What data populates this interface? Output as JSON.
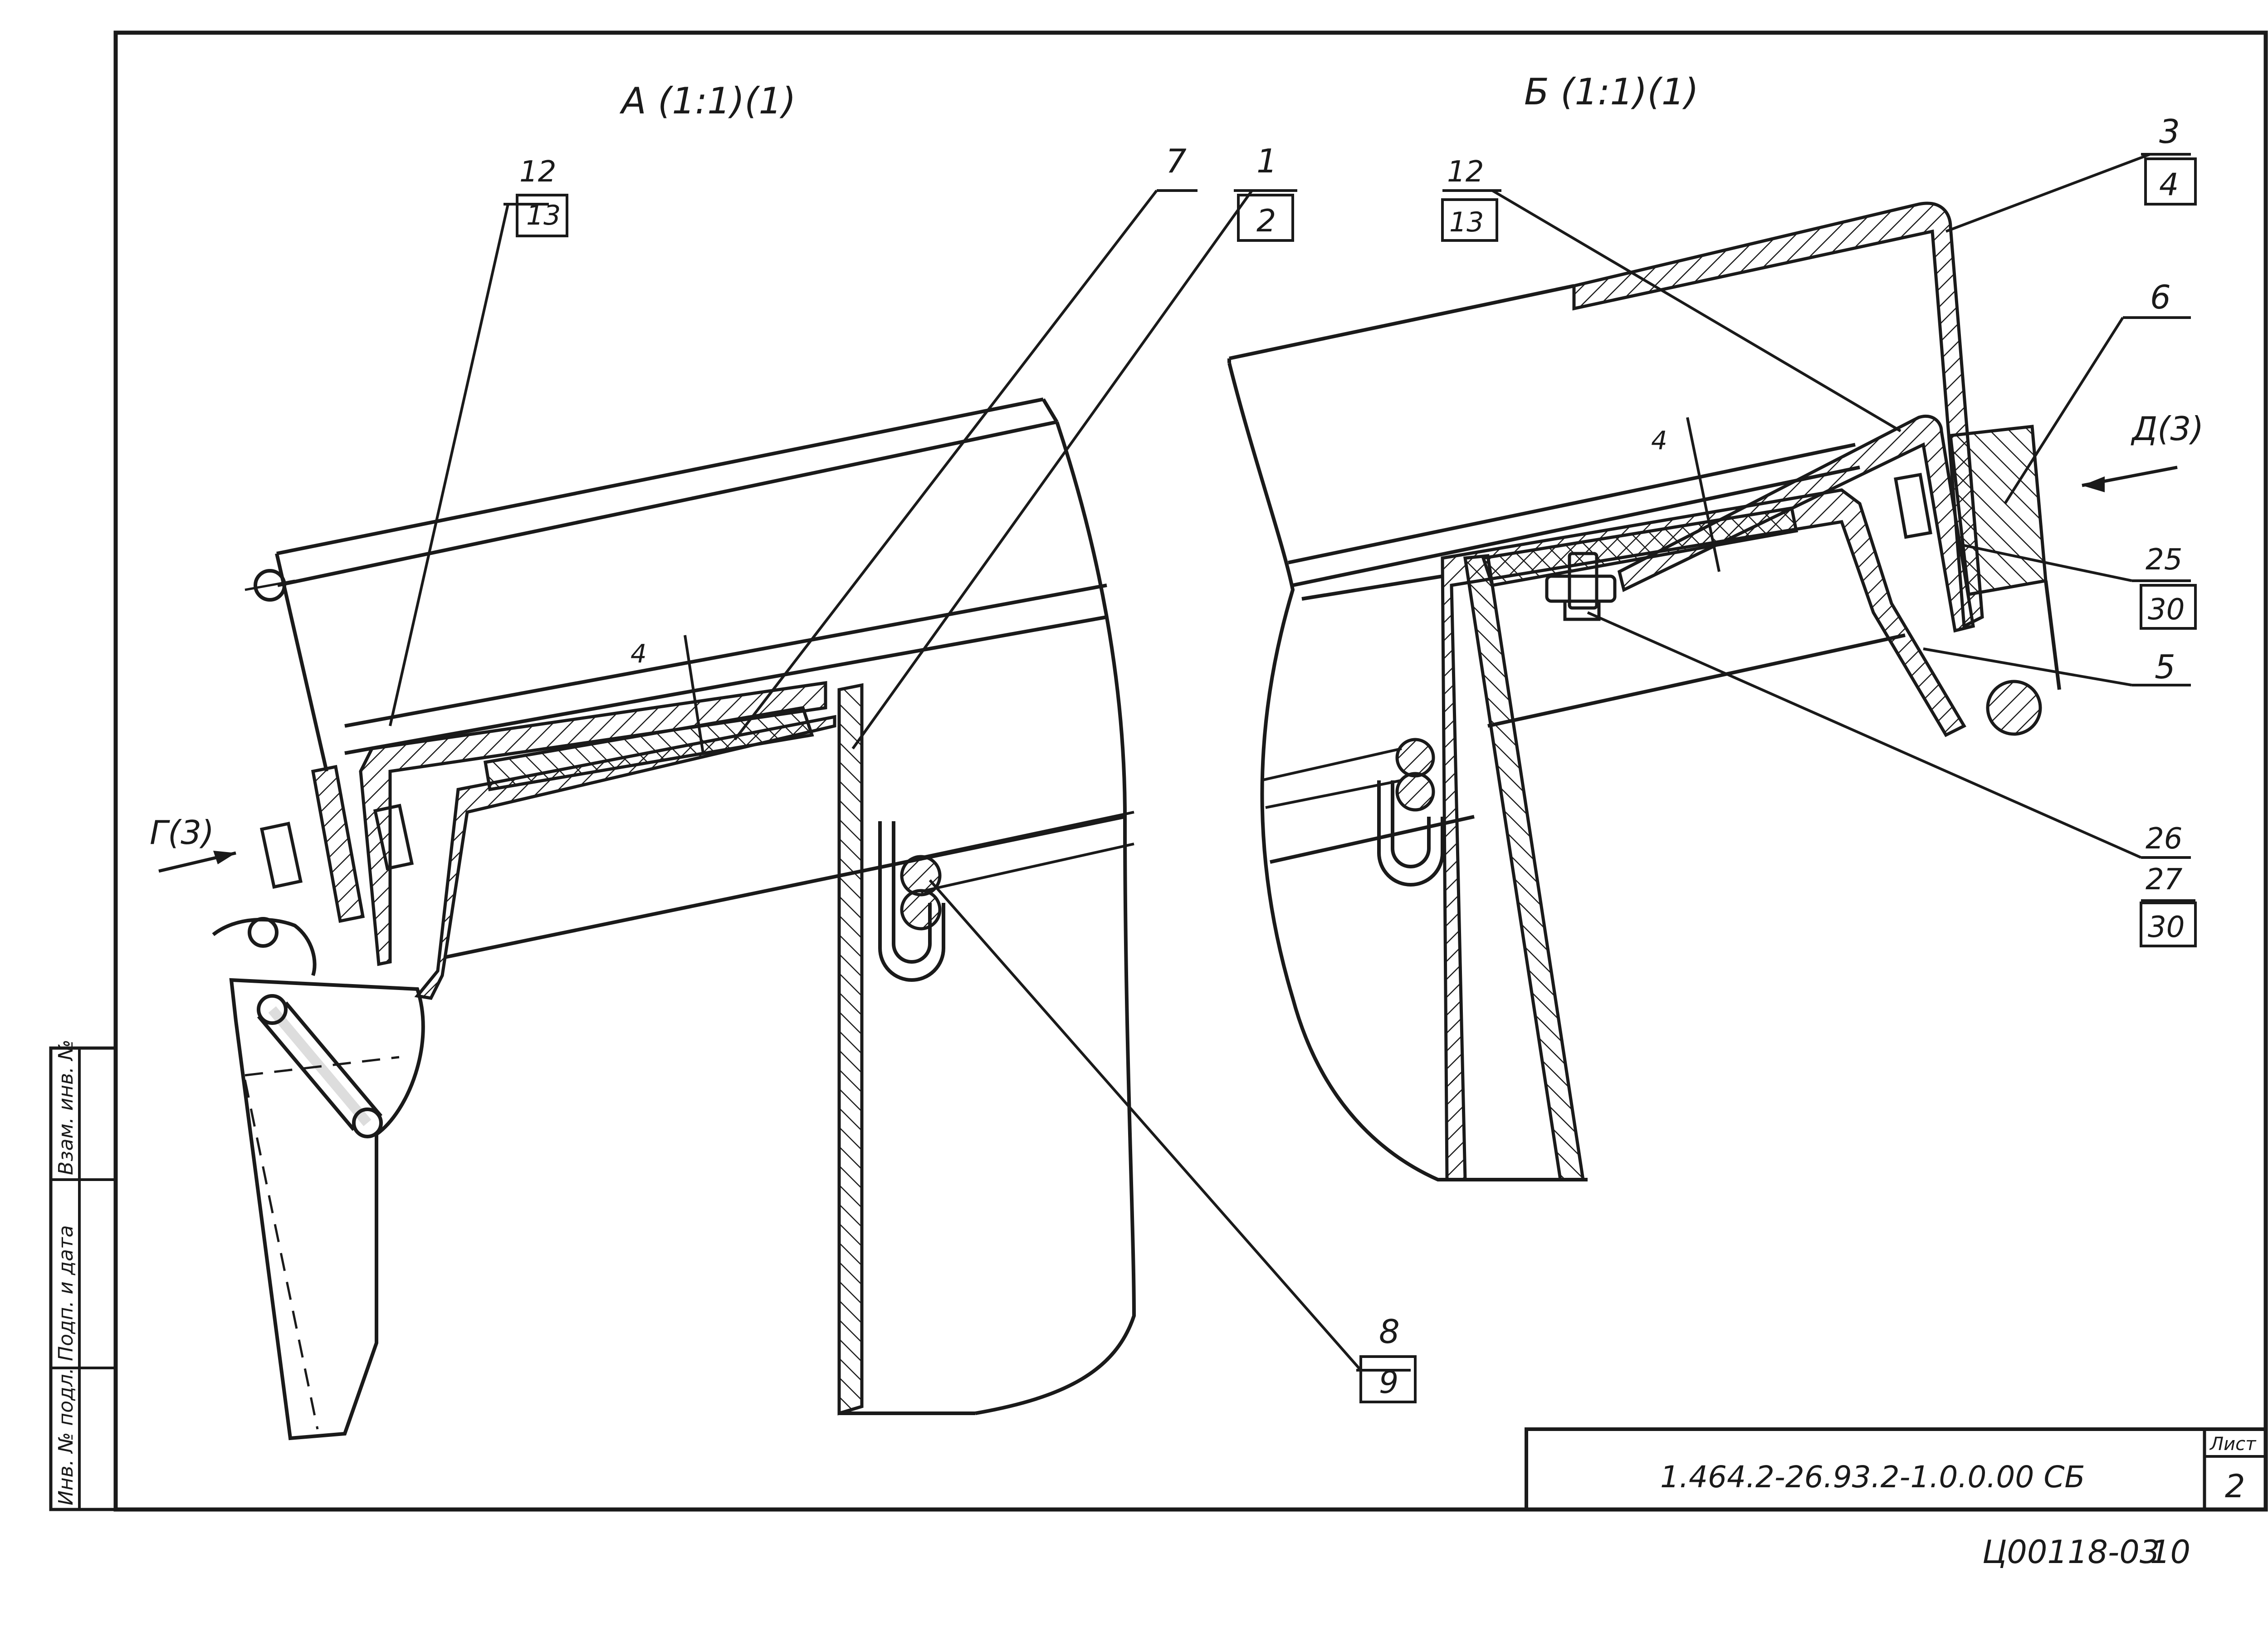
{
  "views": {
    "a_title": "А (1:1)(1)",
    "b_title": "Б (1:1)(1)"
  },
  "callouts": {
    "a_12": "12",
    "a_13": "13",
    "a_7": "7",
    "a_1": "1",
    "a_2": "2",
    "a_8": "8",
    "a_9": "9",
    "a_dim": "4",
    "a_arrow": "Г(3)",
    "b_12": "12",
    "b_13": "13",
    "b_3": "3",
    "b_4": "4",
    "b_6": "6",
    "b_arrow": "Д(3)",
    "b_25": "25",
    "b_30a": "30",
    "b_5": "5",
    "b_26": "26",
    "b_27": "27",
    "b_30b": "30",
    "b_dim": "4"
  },
  "side_stamp": {
    "inv_podl": "Инв. № подл.",
    "podp_data": "Подп. и дата",
    "vzam_inv": "Взам. инв. №"
  },
  "title_block": {
    "designation": "1.464.2-26.93.2-1.0.0.00 СБ",
    "sheet_label": "Лист",
    "sheet_number": "2"
  },
  "footer": {
    "archive_code": "Ц00118-03",
    "page": "10"
  }
}
